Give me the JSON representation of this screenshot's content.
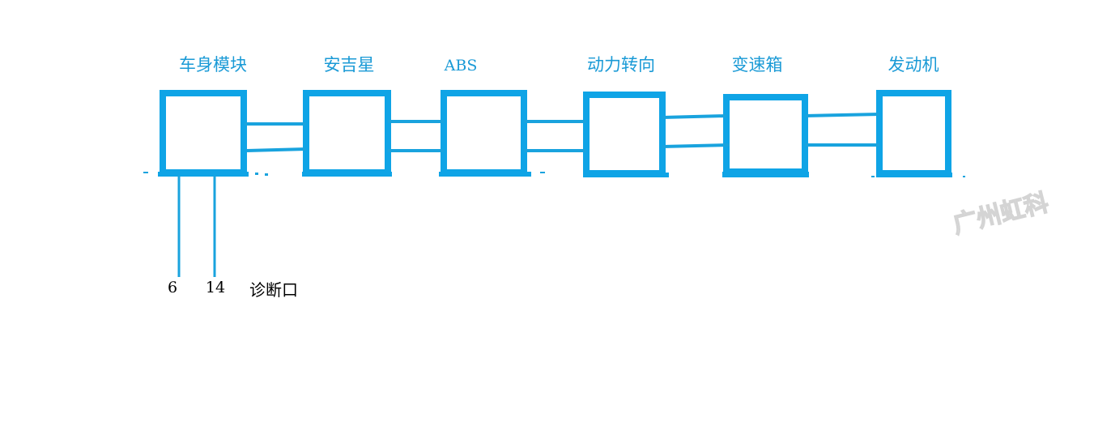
{
  "colors": {
    "module": "#0fa4e6",
    "bus": "#19a3de",
    "label": "#1a9ad6",
    "text": "#000000",
    "background": "#ffffff"
  },
  "modules": [
    {
      "id": "body",
      "label": "车身模块"
    },
    {
      "id": "onstar",
      "label": "安吉星"
    },
    {
      "id": "abs",
      "label": "ABS"
    },
    {
      "id": "steering",
      "label": "动力转向"
    },
    {
      "id": "transmission",
      "label": "变速箱"
    },
    {
      "id": "engine",
      "label": "发动机"
    }
  ],
  "diagnostic": {
    "pin_a": "6",
    "pin_b": "14",
    "port_label": "诊断口"
  },
  "watermark": "广州虹科"
}
